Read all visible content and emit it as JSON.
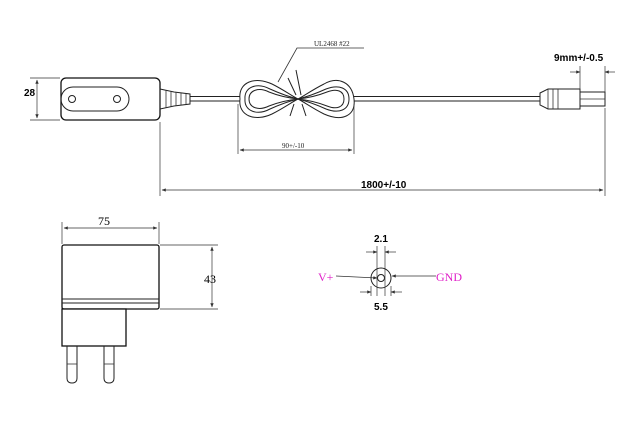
{
  "labels": {
    "cable_spec": "UL2468 #22",
    "plug_length": "9mm+/-0.5",
    "height": "28",
    "coil_length": "90+/-10",
    "cable_length": "1800+/-10",
    "width": "75",
    "depth": "43",
    "inner_dia": "2.1",
    "outer_dia": "5.5",
    "positive": "V+",
    "ground": "GND"
  },
  "colors": {
    "line": "#222222",
    "polarity": "#e020c8"
  }
}
